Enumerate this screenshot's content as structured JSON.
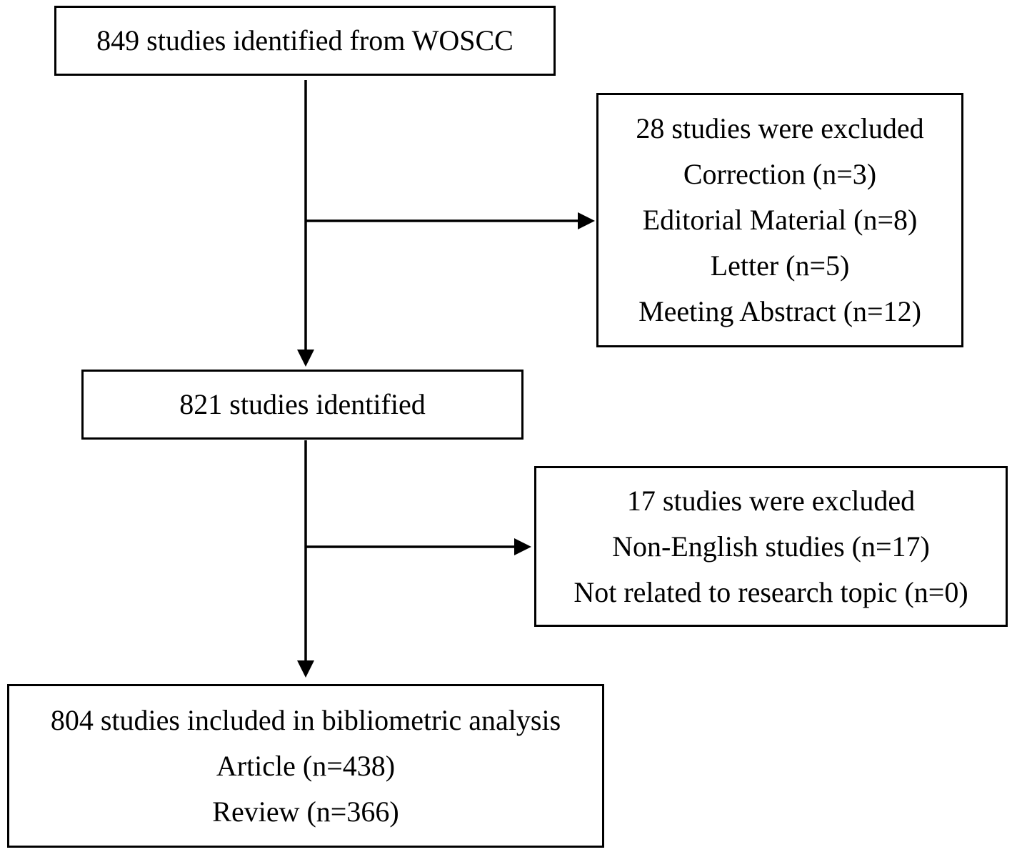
{
  "flowchart": {
    "identified": {
      "text": "849 studies identified from WOSCC"
    },
    "exclusion_1": {
      "title": "28 studies were excluded",
      "items": [
        "Correction (n=3)",
        "Editorial Material (n=8)",
        "Letter (n=5)",
        "Meeting Abstract (n=12)"
      ]
    },
    "screened": {
      "text": "821 studies identified"
    },
    "exclusion_2": {
      "title": "17 studies were excluded",
      "items": [
        "Non-English studies (n=17)",
        "Not related to research topic (n=0)"
      ]
    },
    "included": {
      "title": "804 studies included in bibliometric analysis",
      "items": [
        "Article (n=438)",
        "Review (n=366)"
      ]
    }
  }
}
